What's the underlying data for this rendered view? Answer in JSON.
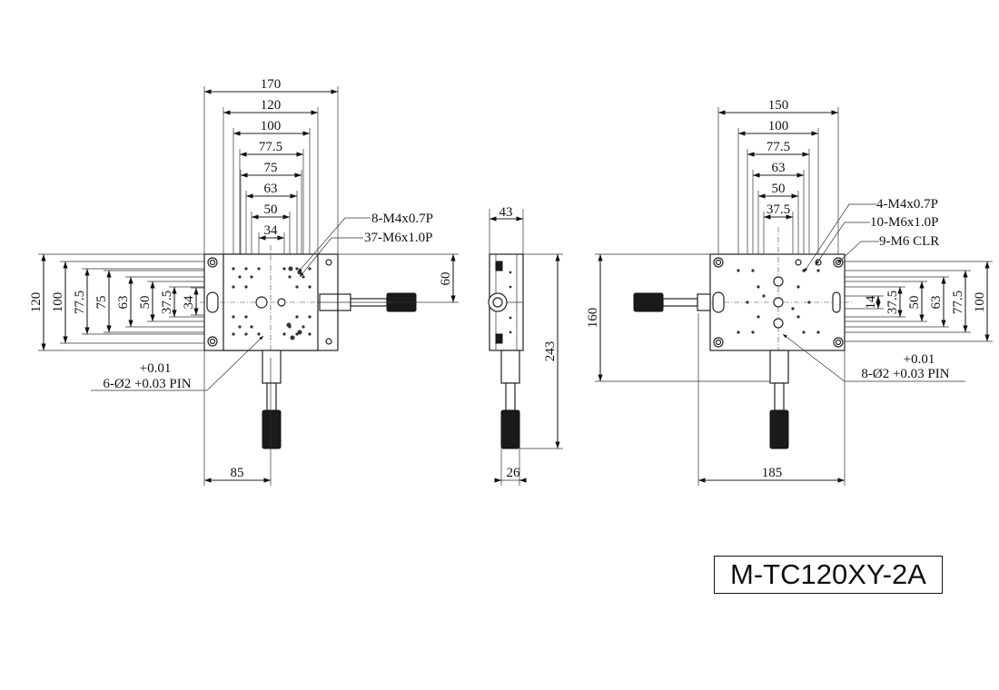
{
  "model": "M-TC120XY-2A",
  "left_view": {
    "horizontal_dims": [
      "170",
      "120",
      "100",
      "77.5",
      "75",
      "63",
      "50",
      "34"
    ],
    "vertical_dims": [
      "120",
      "100",
      "77.5",
      "75",
      "63",
      "50",
      "37.5",
      "34"
    ],
    "offset_dim": "60",
    "bottom_dim": "85",
    "callouts": [
      "8-M4x0.7P",
      "37-M6x1.0P"
    ],
    "pin_tol": "+0.01",
    "pin_label": "6-Ø2 +0.03 PIN"
  },
  "side_view": {
    "top_dim": "43",
    "height_dim": "243",
    "bottom_dim": "26"
  },
  "right_view": {
    "horizontal_dims": [
      "150",
      "100",
      "77.5",
      "63",
      "50",
      "37.5"
    ],
    "vertical_dims_left": [
      "160"
    ],
    "vertical_dims_right": [
      "14",
      "37.5",
      "50",
      "63",
      "77.5",
      "100"
    ],
    "bottom_dim": "185",
    "callouts": [
      "4-M4x0.7P",
      "10-M6x1.0P",
      "9-M6 CLR"
    ],
    "pin_tol": "+0.01",
    "pin_label": "8-Ø2 +0.03 PIN"
  }
}
